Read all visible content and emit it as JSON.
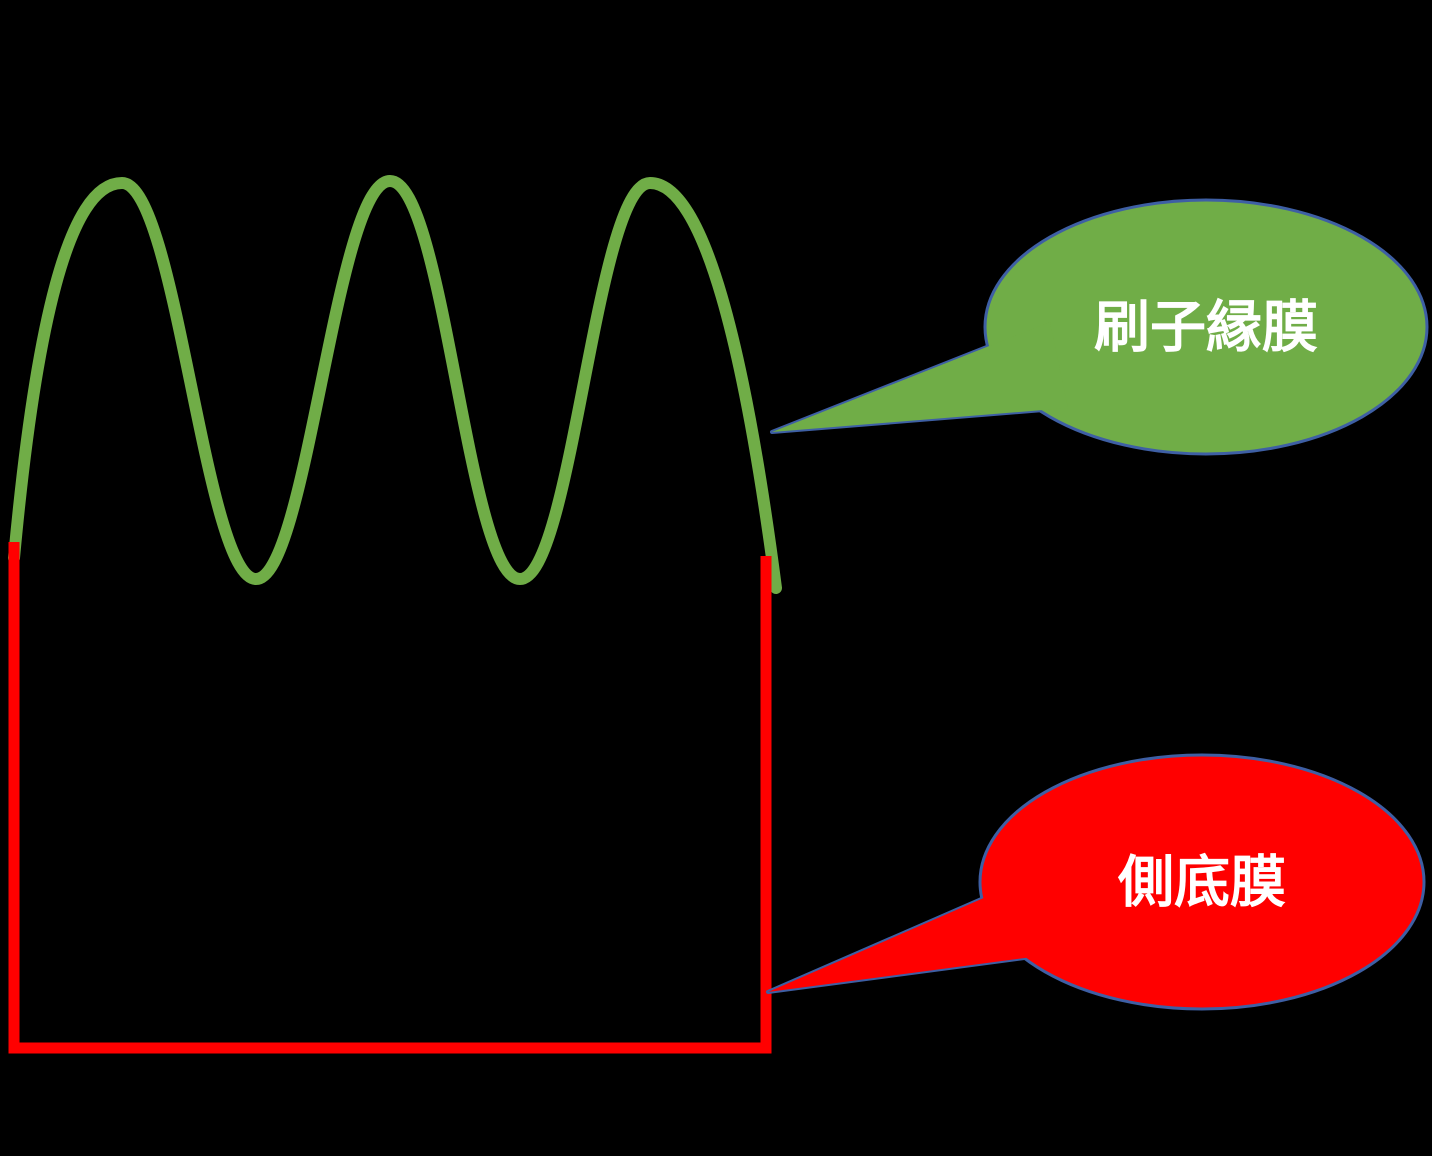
{
  "figure": {
    "description": "epithelial-cell-membrane-diagram",
    "background_color": "#000000",
    "brush_border": {
      "label": "刷子縁膜",
      "line_color": "#70AD47",
      "callout_fill": "#70AD47",
      "callout_border": "#3E5FA4",
      "label_color": "#FFFFFF"
    },
    "basolateral": {
      "label": "側底膜",
      "line_color": "#FF0000",
      "callout_fill": "#FF0000",
      "callout_border": "#3E5FA4",
      "label_color": "#FFFFFF"
    }
  }
}
